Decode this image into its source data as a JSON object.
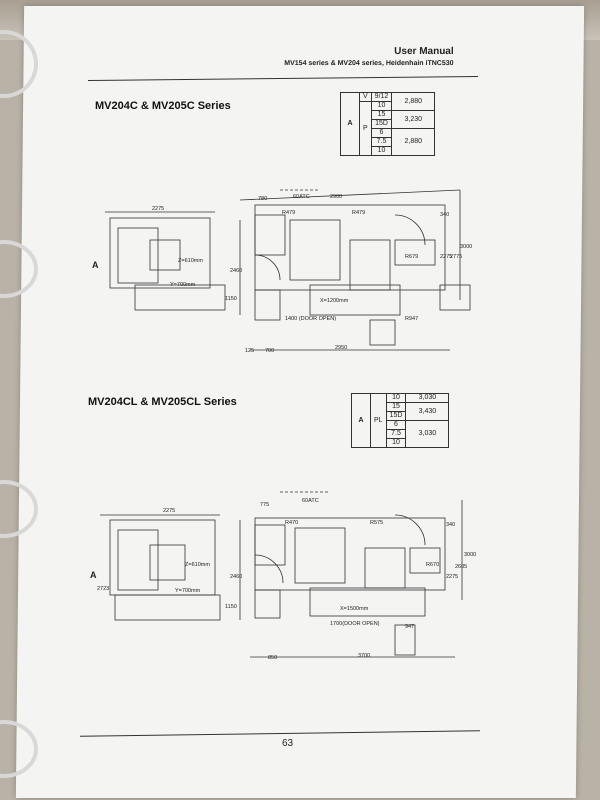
{
  "header": {
    "title": "User Manual",
    "subtitle": "MV154 series & MV204 series, Heidenhain iTNC530"
  },
  "section1": {
    "title": "MV204C & MV205C Series",
    "table": {
      "a": "A",
      "v": "V",
      "p": "P",
      "r1": "9/12",
      "r2": "10",
      "r3": "15",
      "r4": "15D",
      "r5": "6",
      "r6": "7.5",
      "r7": "10",
      "w1": "2,880",
      "w2": "3,230",
      "w3": "2,880"
    },
    "dims": {
      "d780": "780",
      "atc": "60ATC",
      "d2900": "2900",
      "d2275": "2275",
      "r479a": "R479",
      "r479b": "R479",
      "d340": "340",
      "d2275v": "2275",
      "d2775": "2775",
      "d3000": "3000",
      "d2460": "2460",
      "d1150": "1150",
      "a": "A",
      "y700": "Y=700mm",
      "z": "Z=610mm",
      "x1200": "X=1200mm",
      "r679": "R679",
      "door": "1400 (DOOR OPEN)",
      "r947": "R947",
      "d700": "700",
      "d2950": "2950",
      "d125": "125"
    }
  },
  "section2": {
    "title": "MV204CL & MV205CL Series",
    "table": {
      "a": "A",
      "pl": "PL",
      "r1": "10",
      "r2": "15",
      "r3": "15D",
      "r4": "6",
      "r5": "7.5",
      "r6": "10",
      "w1": "3,030",
      "w2": "3,430",
      "w3": "3,030"
    },
    "dims": {
      "d775": "775",
      "atc": "60ATC",
      "d2275": "2275",
      "r470": "R470",
      "r575": "R575",
      "d340": "340",
      "r670": "R670",
      "d2275v": "2275",
      "d2605": "2605",
      "d3000": "3000",
      "d2460": "2460",
      "d1150": "1150",
      "d2723": "2723",
      "a": "A",
      "y700": "Y=700mm",
      "z": "Z=610mm",
      "x1500": "X=1500mm",
      "door": "1700(DOOR OPEN)",
      "r947": "947",
      "d850": "850",
      "d3700": "3700"
    }
  },
  "footer": {
    "page": "63"
  }
}
